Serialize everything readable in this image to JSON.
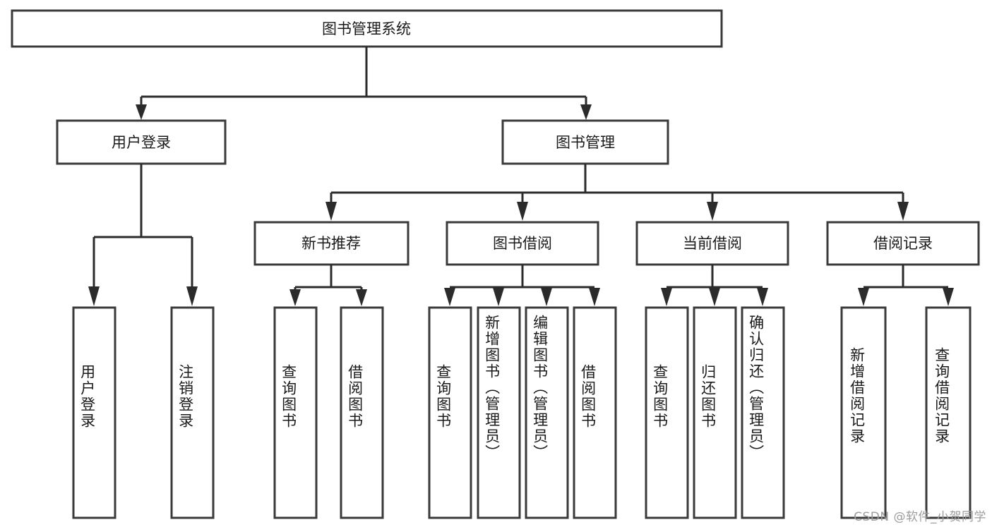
{
  "diagram": {
    "type": "hierarchy-tree",
    "title_node": {
      "label": "图书管理系统"
    },
    "level2": [
      {
        "id": "user-login",
        "label": "用户登录"
      },
      {
        "id": "book-management",
        "label": "图书管理"
      }
    ],
    "level3": [
      {
        "id": "new-book-recommend",
        "label": "新书推荐"
      },
      {
        "id": "book-borrow",
        "label": "图书借阅"
      },
      {
        "id": "current-borrow",
        "label": "当前借阅"
      },
      {
        "id": "borrow-record",
        "label": "借阅记录"
      }
    ],
    "leaves": {
      "user_login": [
        {
          "id": "leaf-user-login",
          "label": "用户登录"
        },
        {
          "id": "leaf-logout",
          "label": "注销登录"
        }
      ],
      "new_book_recommend": [
        {
          "id": "leaf-query-book-1",
          "label": "查询图书"
        },
        {
          "id": "leaf-borrow-book-1",
          "label": "借阅图书"
        }
      ],
      "book_borrow": [
        {
          "id": "leaf-query-book-2",
          "label": "查询图书"
        },
        {
          "id": "leaf-add-book",
          "label": "新增图书（管理员）"
        },
        {
          "id": "leaf-edit-book",
          "label": "编辑图书（管理员）"
        },
        {
          "id": "leaf-borrow-book-2",
          "label": "借阅图书"
        }
      ],
      "current_borrow": [
        {
          "id": "leaf-query-book-3",
          "label": "查询图书"
        },
        {
          "id": "leaf-return-book",
          "label": "归还图书"
        },
        {
          "id": "leaf-confirm-return",
          "label": "确认归还（管理员）"
        }
      ],
      "borrow_record": [
        {
          "id": "leaf-add-record",
          "label": "新增借阅记录"
        },
        {
          "id": "leaf-query-record",
          "label": "查询借阅记录"
        }
      ]
    }
  },
  "watermark": {
    "text": "CSDN @软件_小贺同学"
  },
  "colors": {
    "box_stroke": "#3a3a3a",
    "connector": "#2b2b2b",
    "text": "#1a1a1a",
    "background": "#ffffff",
    "watermark": "#9d9d9d"
  }
}
